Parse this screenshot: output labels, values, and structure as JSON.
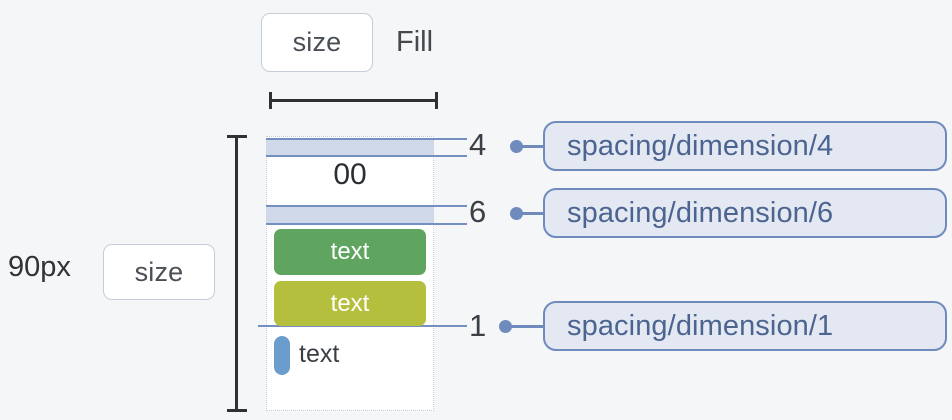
{
  "header": {
    "size_chip_label": "size",
    "fill_label": "Fill"
  },
  "left_panel": {
    "height_value": "90px",
    "size_chip_label": "size"
  },
  "frame": {
    "content_value": "00",
    "blocks": [
      {
        "label": "text",
        "color": "#5fa55f"
      },
      {
        "label": "text",
        "color": "#b5bf3e"
      }
    ],
    "bottom_item": {
      "label": "text",
      "bar_color": "#6a9dcd"
    }
  },
  "measurements": [
    {
      "value": "4",
      "token": "spacing/dimension/4"
    },
    {
      "value": "6",
      "token": "spacing/dimension/6"
    },
    {
      "value": "1",
      "token": "spacing/dimension/1"
    }
  ],
  "colors": {
    "band_fill": "#ccd6e8",
    "band_line": "#7390c0",
    "token_border": "#6f8bbd",
    "token_fill": "#e3e8f3",
    "token_text": "#4c6590",
    "dimension_line": "#2e3236",
    "background": "#f5f6f7"
  }
}
